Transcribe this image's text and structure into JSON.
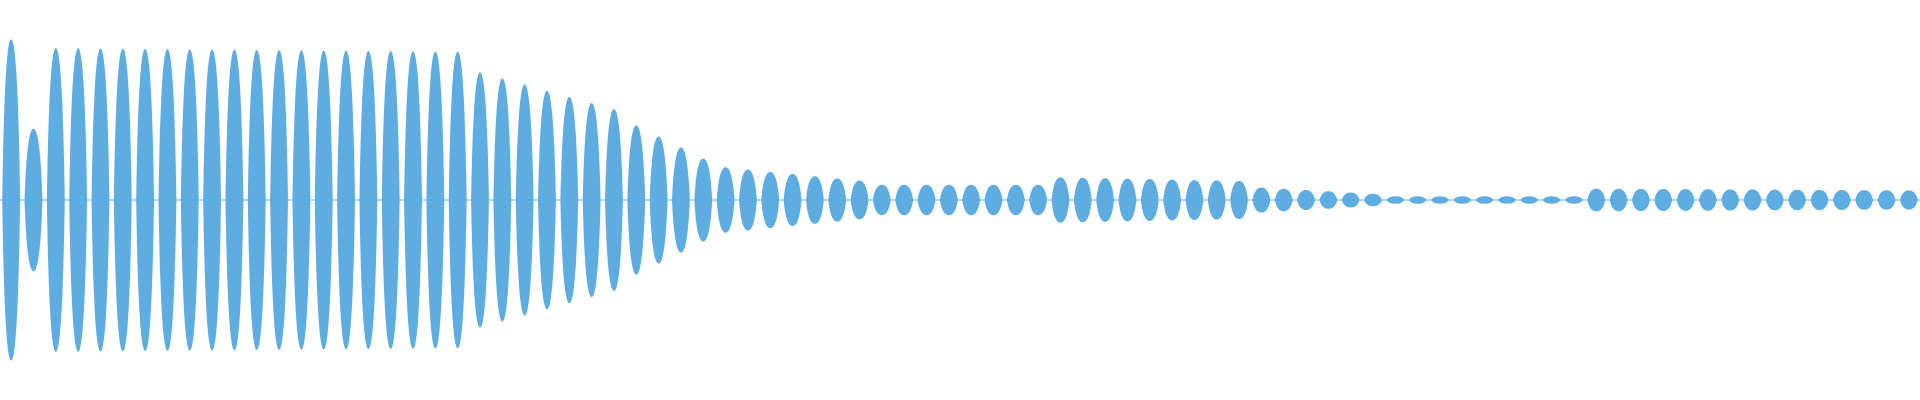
{
  "waveform": {
    "color": "#5DADE2",
    "background": "#FFFFFF",
    "envelope_segments": [
      {
        "t0": 0.0,
        "t1": 0.01,
        "amp": [
          0.7,
          0.95
        ]
      },
      {
        "t0": 0.01,
        "t1": 0.02,
        "amp": [
          0.65,
          0.28
        ]
      },
      {
        "t0": 0.02,
        "t1": 0.24,
        "amp": [
          0.8,
          0.78
        ]
      },
      {
        "t0": 0.24,
        "t1": 0.33,
        "amp": [
          0.7,
          0.45
        ]
      },
      {
        "t0": 0.33,
        "t1": 0.37,
        "amp": [
          0.4,
          0.2
        ]
      },
      {
        "t0": 0.37,
        "t1": 0.45,
        "amp": [
          0.18,
          0.1
        ]
      },
      {
        "t0": 0.45,
        "t1": 0.55,
        "amp": [
          0.08,
          0.08
        ]
      },
      {
        "t0": 0.55,
        "t1": 0.65,
        "amp": [
          0.12,
          0.1
        ]
      },
      {
        "t0": 0.65,
        "t1": 0.72,
        "amp": [
          0.07,
          0.03
        ]
      },
      {
        "t0": 0.72,
        "t1": 0.83,
        "amp": [
          0.02,
          0.02
        ]
      },
      {
        "t0": 0.83,
        "t1": 1.0,
        "amp": [
          0.06,
          0.05
        ]
      }
    ],
    "burst_count": 86
  }
}
